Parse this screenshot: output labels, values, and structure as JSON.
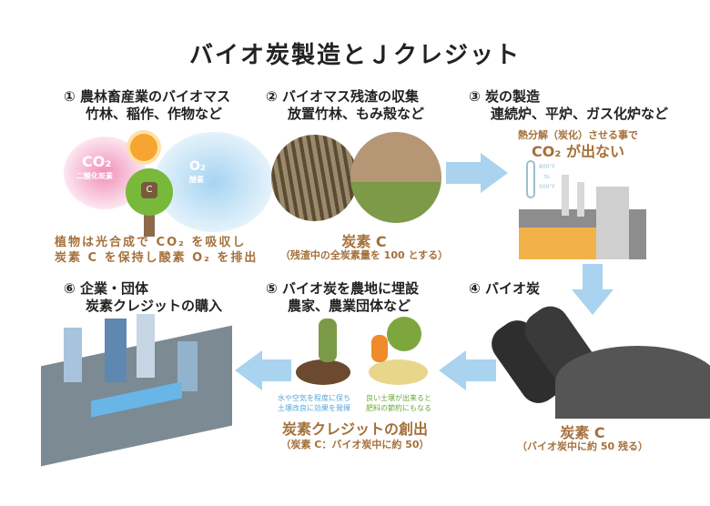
{
  "title": "バイオ炭製造とＪクレジット",
  "steps": [
    {
      "num": "①",
      "line1": "農林畜産業のバイオマス",
      "line2": "竹林、稲作、作物など"
    },
    {
      "num": "②",
      "line1": "バイオマス残渣の収集",
      "line2": "放置竹林、もみ殻など"
    },
    {
      "num": "③",
      "line1": "炭の製造",
      "line2": "連続炉、平炉、ガス化炉など"
    },
    {
      "num": "④",
      "line1": "バイオ炭",
      "line2": ""
    },
    {
      "num": "⑤",
      "line1": "バイオ炭を農地に埋設",
      "line2": "農家、農業団体など"
    },
    {
      "num": "⑥",
      "line1": "企業・団体",
      "line2": "炭素クレジットの購入"
    }
  ],
  "step1": {
    "co2": "CO₂",
    "co2_label": "二酸化炭素",
    "o2": "O₂",
    "o2_label": "酸素",
    "c": "C",
    "caption1": "植物は光合成で CO₂ を吸収し",
    "caption2": "炭素 C を保持し酸素 O₂ を排出"
  },
  "step2": {
    "caption1": "炭素 C",
    "caption2": "（残渣中の全炭素量を 100 とする）"
  },
  "step3": {
    "note1": "熱分解（炭化）させる事で",
    "note2": "CO₂ が出ない",
    "temp_high": "800°F",
    "temp_to": "to",
    "temp_low": "500°F"
  },
  "step4": {
    "caption1": "炭素 C",
    "caption2": "（バイオ炭中に約 50 残る）"
  },
  "step5": {
    "left_note1": "水や空気を程度に保ち",
    "left_note2": "土壌改良に効果を発揮",
    "right_note1": "良い土壌が出来ると",
    "right_note2": "肥料の節約にもなる",
    "caption1": "炭素クレジットの創出",
    "caption2": "（炭素 C：バイオ炭中に約 50）"
  },
  "colors": {
    "brown": "#a5703a",
    "arrow": "#a9d3ee",
    "blue_note": "#5aa6d6",
    "green_note": "#6aa83a"
  }
}
